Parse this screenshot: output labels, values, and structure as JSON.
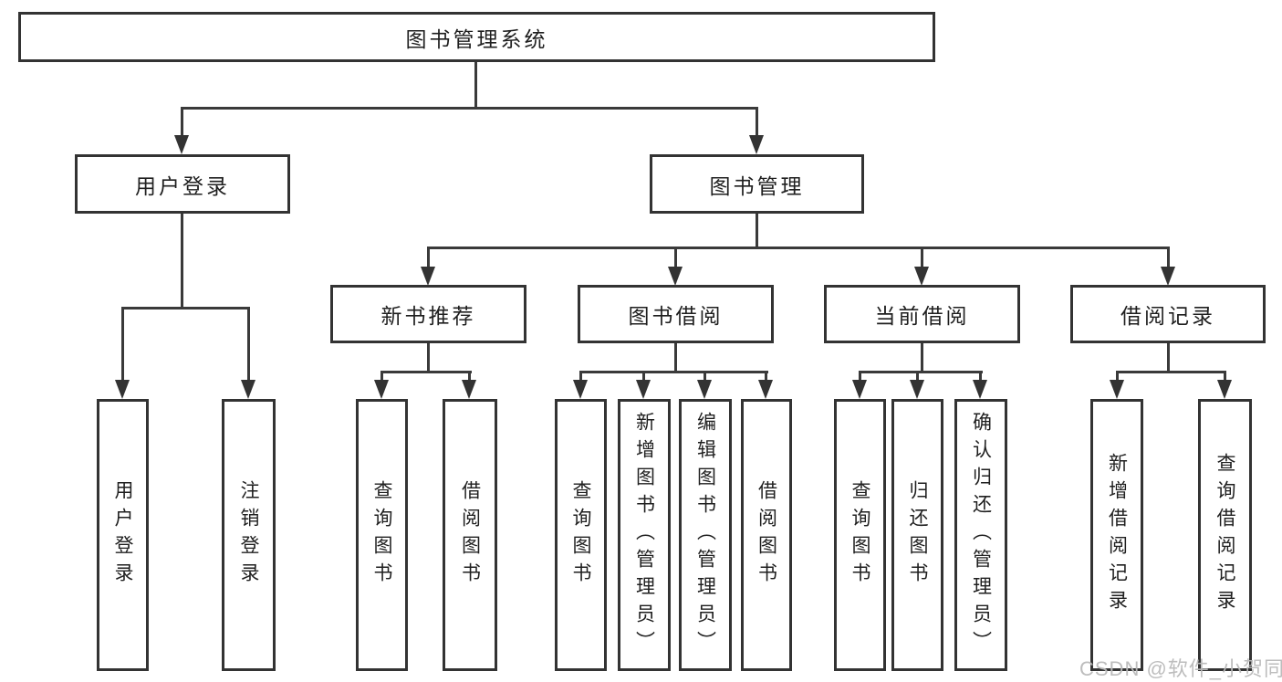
{
  "diagram": {
    "root": "图书管理系统",
    "level2": [
      "用户登录",
      "图书管理"
    ],
    "level3": [
      "新书推荐",
      "图书借阅",
      "当前借阅",
      "借阅记录"
    ],
    "leaves_user_login": [
      "用户登录",
      "注销登录"
    ],
    "leaves_new_book": [
      "查询图书",
      "借阅图书"
    ],
    "leaves_book_borrow": [
      "查询图书",
      "新增图书（管理员）",
      "编辑图书（管理员）",
      "借阅图书"
    ],
    "leaves_current_borrow": [
      "查询图书",
      "归还图书",
      "确认归还（管理员）"
    ],
    "leaves_borrow_records": [
      "新增借阅记录",
      "查询借阅记录"
    ]
  },
  "watermark": "CSDN @软件_小贺同学",
  "colors": {
    "line": "#3a3a3a",
    "border": "#333333",
    "text": "#1f1f1f",
    "box_background": "#ffffff",
    "page_background": "#ffffff",
    "watermark": "#b9b9b9"
  }
}
